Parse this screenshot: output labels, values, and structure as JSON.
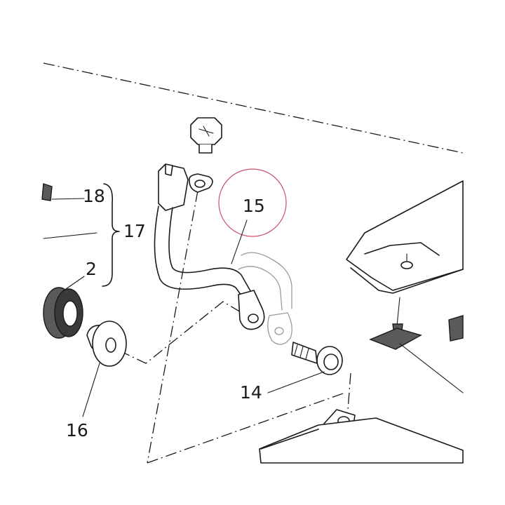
{
  "callouts": {
    "c18": "18",
    "c17": "17",
    "c2": "2",
    "c15": "15",
    "c14": "14",
    "c16": "16"
  },
  "colors": {
    "line": "#1a1a1a",
    "highlight_circle": "#c8506a",
    "ghost_cable": "#9a9a9a",
    "dark_part": "#5a5a5a"
  }
}
